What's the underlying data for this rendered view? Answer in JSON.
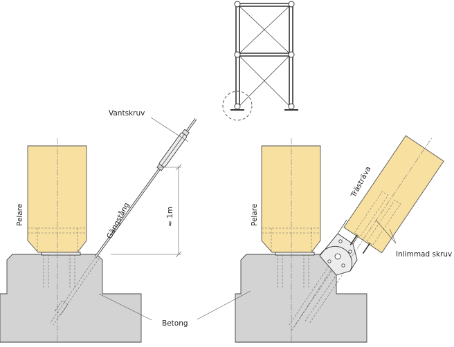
{
  "labels": {
    "vantskruv": "Vantskruv",
    "gangstang": "Gängstång",
    "pelare_left": "Pelare",
    "pelare_right": "Pelare",
    "dimension": "≈ 1m",
    "trastrava": "Trästräva",
    "inlimmad_skruv": "Inlimmad skruv",
    "betong": "Betong"
  },
  "colors": {
    "wood": "#f8e0a1",
    "concrete": "#d3d3d3",
    "line": "#333333"
  }
}
